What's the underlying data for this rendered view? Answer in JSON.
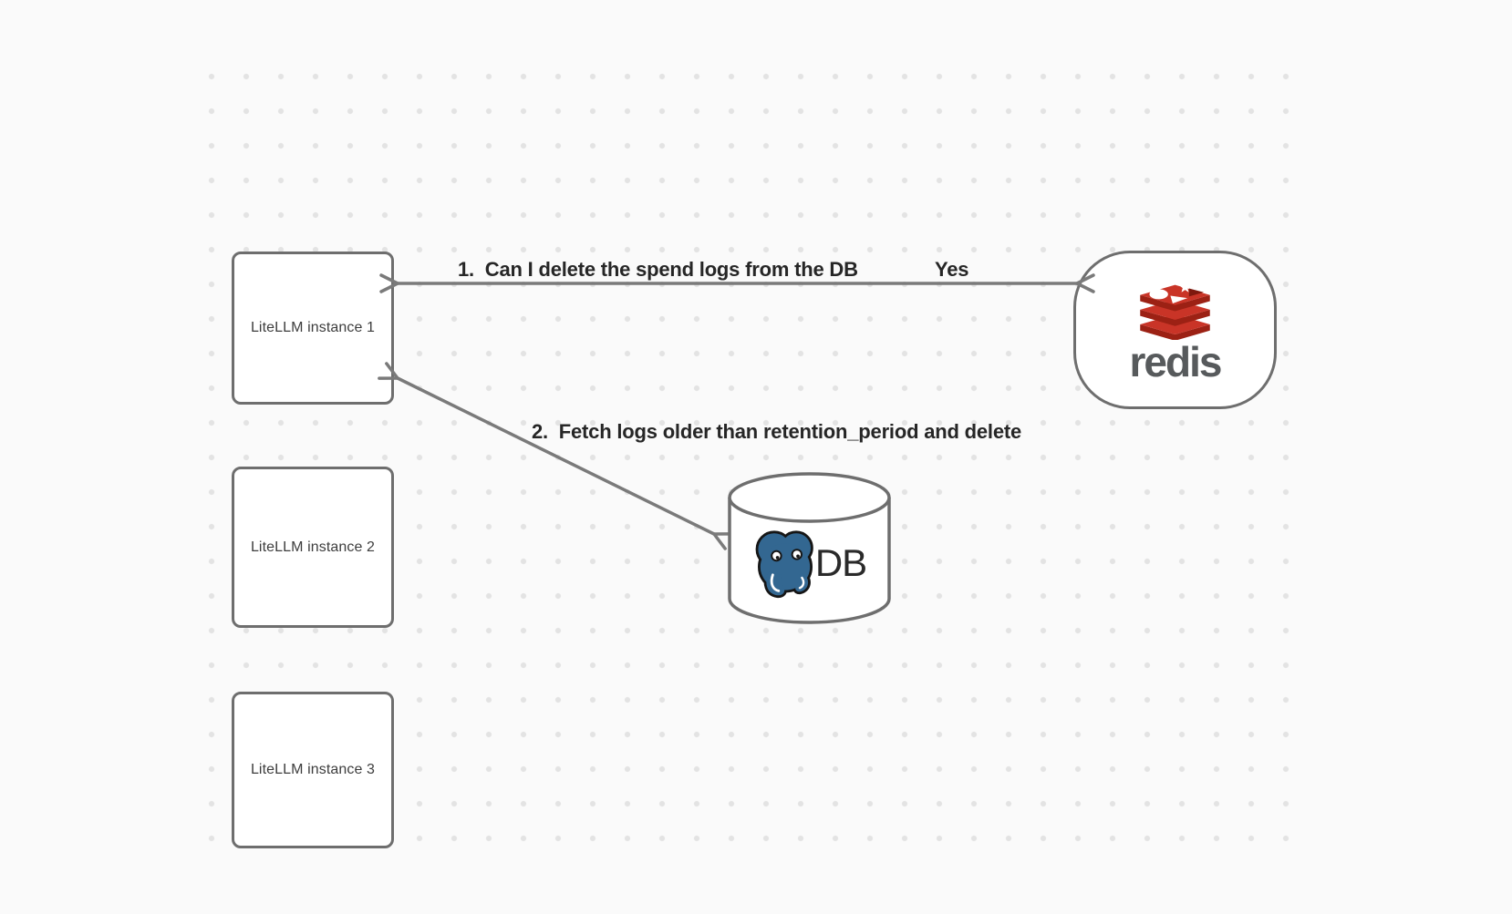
{
  "colors": {
    "bg": "#fafafa",
    "dot_color": "#e3e3e3",
    "shape_border": "#6e6e6e",
    "arrow_color": "#7a7a7a",
    "label_color": "#262626",
    "node_text": "#3d3d3d",
    "redis_red": "#c93427",
    "redis_dark_red": "#9c2114",
    "redis_notch": "#7e190e",
    "redis_wordmark": "#575a5c",
    "postgres_blue": "#336791",
    "db_text": "#2a2a2a"
  },
  "nodes": {
    "instance1": {
      "label": "LiteLLM instance 1"
    },
    "instance2": {
      "label": "LiteLLM instance 2"
    },
    "instance3": {
      "label": "LiteLLM instance 3"
    },
    "redis": {
      "wordmark": "redis"
    },
    "db": {
      "label": "DB"
    }
  },
  "edges": {
    "delete_request": {
      "label": "1.  Can I delete the spend logs from the DB",
      "response": "Yes"
    },
    "fetch_delete": {
      "label": "2.  Fetch logs older than retention_period and delete"
    }
  }
}
